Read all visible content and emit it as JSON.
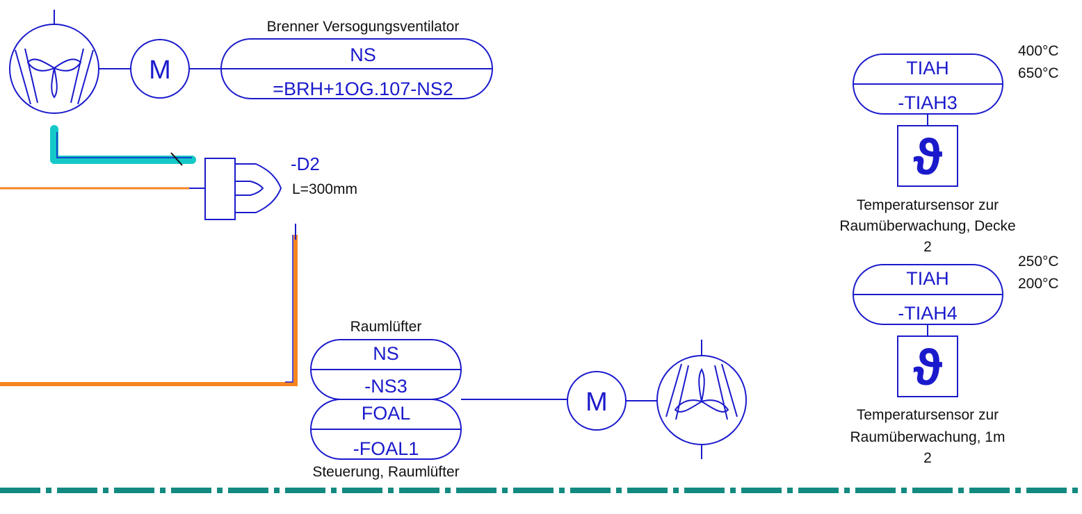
{
  "fan_top": {
    "caption": "Brenner Versogungsventilator",
    "motor_label": "M",
    "tag_top": "NS",
    "tag_bottom": "=BRH+1OG.107-NS2"
  },
  "damper": {
    "tag": "-D2",
    "length": "L=300mm"
  },
  "fan_room": {
    "caption_top": "Raumlüfter",
    "ns_top": "NS",
    "ns_bottom": "-NS3",
    "foal_top": "FOAL",
    "foal_bottom": "-FOAL1",
    "caption_bottom": "Steuerung, Raumlüfter",
    "motor_label": "M"
  },
  "sensor_ceiling": {
    "tag_top": "TIAH",
    "tag_bottom": "-TIAH3",
    "limit_high": "400°C",
    "limit_low": "650°C",
    "symbol": "ϑ",
    "caption_line1": "Temperatursensor zur",
    "caption_line2": "Raumüberwachung, Decke",
    "count": "2"
  },
  "sensor_1m": {
    "tag_top": "TIAH",
    "tag_bottom": "-TIAH4",
    "limit_high": "250°C",
    "limit_low": "200°C",
    "symbol": "ϑ",
    "caption_line1": "Temperatursensor zur",
    "caption_line2": "Raumüberwachung, 1m",
    "count": "2"
  },
  "colors": {
    "symbol_blue": "#1a1acc",
    "pipe_cyan": "#14c8c8",
    "pipe_orange": "#f5861f",
    "boundary_teal": "#138a80",
    "text_black": "#111111"
  }
}
